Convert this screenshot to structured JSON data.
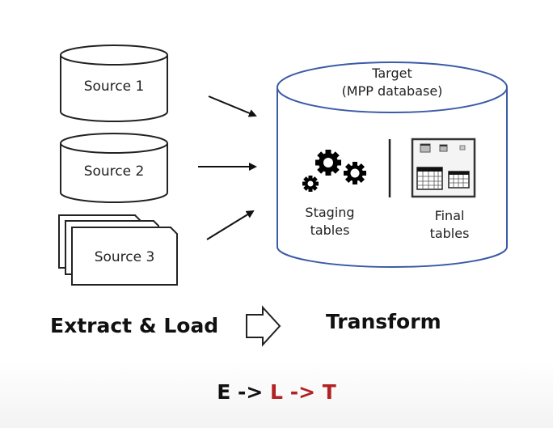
{
  "sources": [
    {
      "label": "Source 1",
      "icon": "database-cylinder-icon"
    },
    {
      "label": "Source 2",
      "icon": "database-cylinder-icon"
    },
    {
      "label": "Source 3",
      "icon": "stacked-files-icon"
    }
  ],
  "target": {
    "title_line1": "Target",
    "title_line2": "(MPP database)",
    "staging": {
      "line1": "Staging",
      "line2": "tables",
      "icon": "gears-icon"
    },
    "final": {
      "line1": "Final",
      "line2": "tables",
      "icon": "tables-grid-icon"
    }
  },
  "bottom": {
    "left_label": "Extract & Load",
    "right_label": "Transform",
    "arrow_icon": "block-right-arrow-icon"
  },
  "sequence": {
    "e": "E",
    "arrow1": "->",
    "l": "L",
    "arrow2": "->",
    "t": "T"
  },
  "colors": {
    "target_outline": "#3b5ba5",
    "highlight_red": "#b22222",
    "stroke_dark": "#222222"
  }
}
